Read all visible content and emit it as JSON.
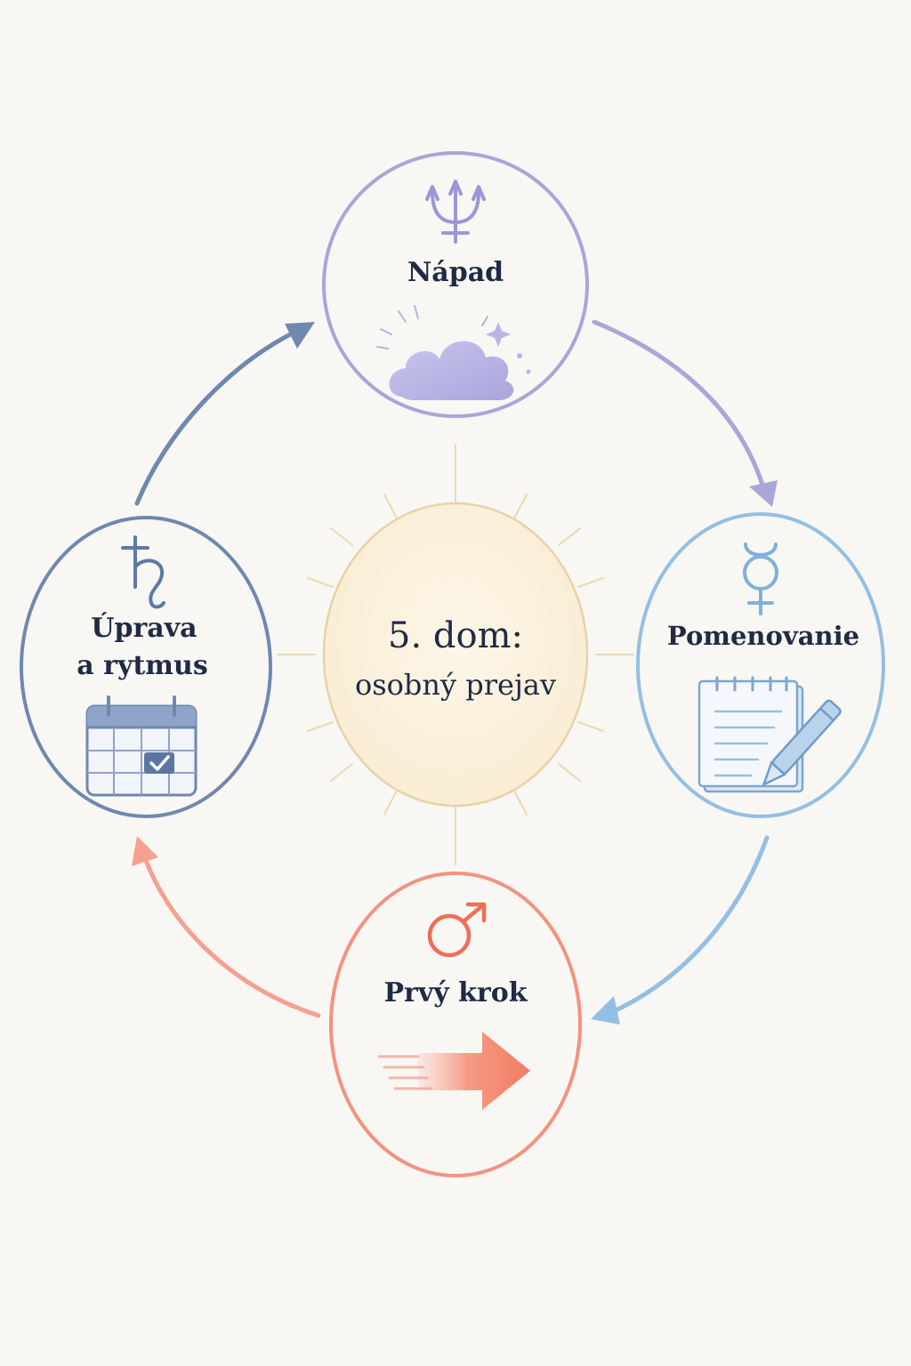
{
  "center": {
    "title_line1": "5. dom:",
    "title_line2": "osobný prejav"
  },
  "nodes": {
    "napad": {
      "label": "Nápad",
      "symbol": "neptune-icon",
      "illustration": "cloud-icon",
      "color": "#a8a6d8"
    },
    "pomenovanie": {
      "label": "Pomenovanie",
      "symbol": "mercury-icon",
      "illustration": "notepad-icon",
      "color": "#93bfe2"
    },
    "prvy_krok": {
      "label": "Prvý krok",
      "symbol": "mars-icon",
      "illustration": "arrow-right-icon",
      "color": "#f2937f"
    },
    "uprava": {
      "label_line1": "Úprava",
      "label_line2": "a rytmus",
      "symbol": "saturn-icon",
      "illustration": "calendar-icon",
      "color": "#6f88b0"
    }
  },
  "colors": {
    "center_fill": "#fbf1de",
    "center_stroke": "#e8d2a8",
    "ray": "#ecd9b2",
    "text": "#1f2a44",
    "background": "#f8f7f4"
  }
}
